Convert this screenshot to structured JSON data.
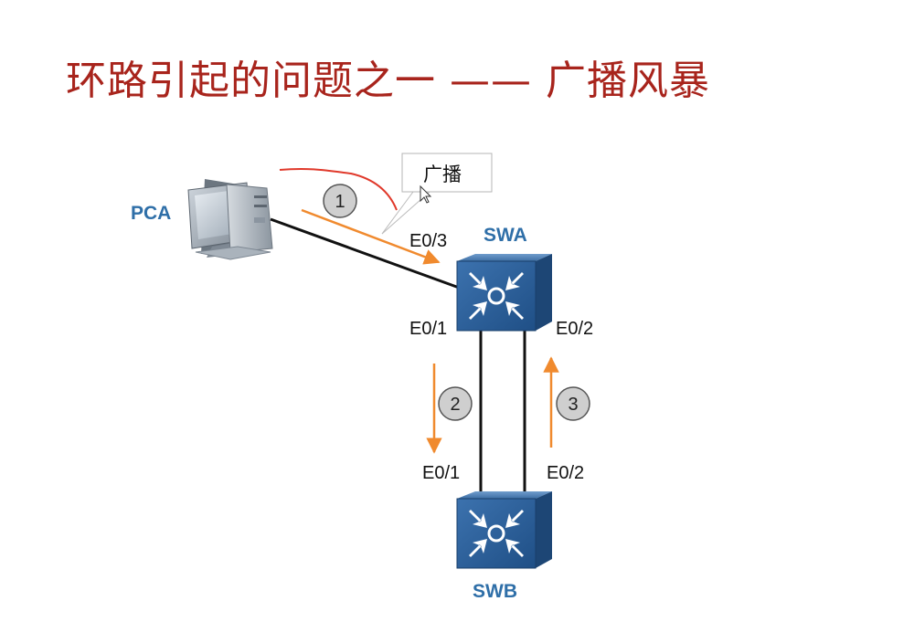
{
  "slide": {
    "title": "环路引起的问题之一 —— 广播风暴"
  },
  "diagram": {
    "nodes": [
      {
        "id": "pca",
        "label": "PCA",
        "kind": "pc"
      },
      {
        "id": "swa",
        "label": "SWA",
        "kind": "switch"
      },
      {
        "id": "swb",
        "label": "SWB",
        "kind": "switch"
      }
    ],
    "ports": {
      "swa_e03": "E0/3",
      "swa_e01": "E0/1",
      "swa_e02": "E0/2",
      "swb_e01": "E0/1",
      "swb_e02": "E0/2"
    },
    "links": [
      {
        "from": "pca",
        "to": "swa",
        "to_port": "E0/3"
      },
      {
        "from": "swa",
        "from_port": "E0/1",
        "to": "swb",
        "to_port": "E0/1"
      },
      {
        "from": "swa",
        "from_port": "E0/2",
        "to": "swb",
        "to_port": "E0/2"
      }
    ],
    "steps": [
      {
        "num": "1",
        "direction": "PCA to SWA"
      },
      {
        "num": "2",
        "direction": "SWA E0/1 to SWB E0/1"
      },
      {
        "num": "3",
        "direction": "SWB E0/2 to SWA E0/2"
      }
    ],
    "callout": "广播",
    "colors": {
      "arrow": "#f08a2e",
      "annotation": "#e0392b",
      "title": "#a8241c",
      "node_label": "#2f6fa8",
      "switch_body": "#2a5d95"
    }
  }
}
